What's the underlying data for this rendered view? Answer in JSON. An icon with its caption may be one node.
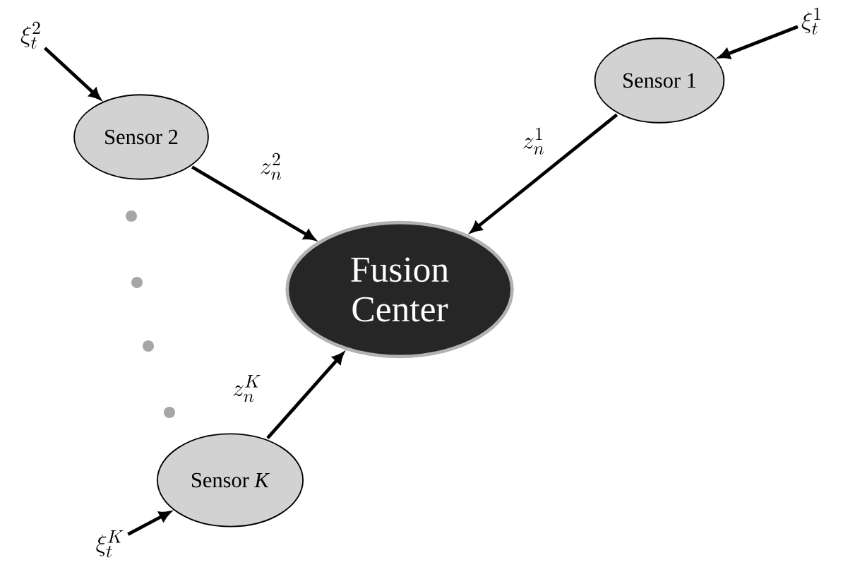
{
  "diagram": {
    "nodes": [
      {
        "text": [
          "Fusion Center"
        ]
      },
      {
        "text": [
          "Sensor 1"
        ]
      },
      {
        "text": [
          "Sensor 2"
        ]
      },
      {
        "text": [
          "Sensor *K*"
        ]
      },
      {
        "text": [
          "\\xi_t^1"
        ]
      },
      {
        "text": [
          "\\xi_t^2"
        ]
      },
      {
        "text": [
          "\\xi_t^K"
        ]
      }
    ],
    "edges": [
      {
        "from": 1,
        "to": 0,
        "arrow": "to",
        "label": "z_n^1"
      },
      {
        "from": 2,
        "to": 0,
        "arrow": "to",
        "label": "z_n^2"
      },
      {
        "from": 3,
        "to": 0,
        "arrow": "to",
        "label": "z_n^K"
      },
      {
        "from": 4,
        "to": 1,
        "arrow": "to"
      },
      {
        "from": 5,
        "to": 2,
        "arrow": "to"
      },
      {
        "from": 6,
        "to": 3,
        "arrow": "to"
      }
    ]
  }
}
